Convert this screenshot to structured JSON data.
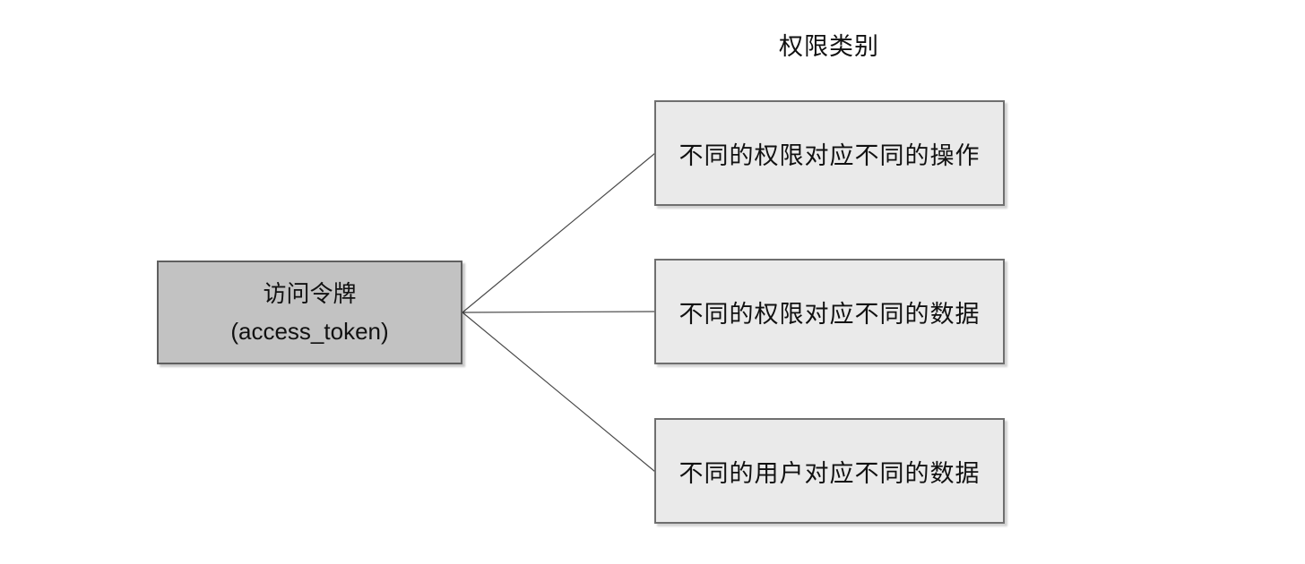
{
  "diagram": {
    "title": "权限类别",
    "root": {
      "line1": "访问令牌",
      "line2": "(access_token)"
    },
    "branches": [
      {
        "label": "不同的权限对应不同的操作"
      },
      {
        "label": "不同的权限对应不同的数据"
      },
      {
        "label": "不同的用户对应不同的数据"
      }
    ],
    "colors": {
      "background": "#ffffff",
      "root_fill": "#c2c2c2",
      "root_border": "#5f5f5f",
      "branch_fill": "#eaeaea",
      "branch_border": "#6f6f6f",
      "connector": "#4a4a4a",
      "text": "#111111"
    }
  }
}
